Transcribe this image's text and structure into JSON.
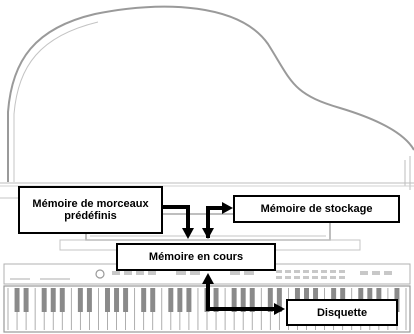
{
  "diagram": {
    "labels": {
      "preset_line1": "Mémoire de morceaux",
      "preset_line2": "prédéfinis",
      "storage": "Mémoire de stockage",
      "current": "Mémoire en cours",
      "floppy": "Disquette"
    },
    "colors": {
      "ink": "#000000",
      "piano_outline": "#9a9a9a",
      "piano_detail": "#bdbdbd",
      "background": "#ffffff"
    }
  }
}
